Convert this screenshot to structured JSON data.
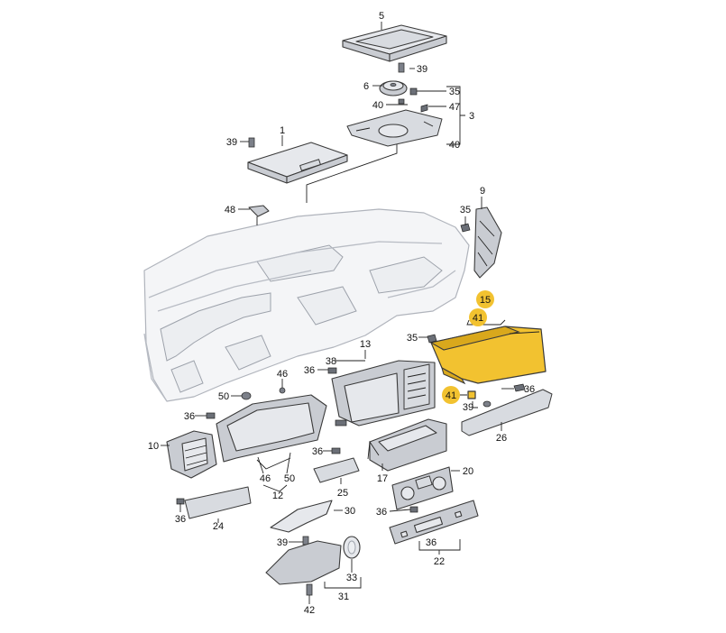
{
  "callouts": {
    "c1": "1",
    "c3": "3",
    "c5": "5",
    "c6": "6",
    "c9": "9",
    "c10": "10",
    "c12": "12",
    "c13": "13",
    "c15": "15",
    "c17": "17",
    "c20": "20",
    "c22": "22",
    "c24": "24",
    "c25": "25",
    "c26": "26",
    "c30": "30",
    "c31": "31",
    "c33": "33",
    "c35a": "35",
    "c35b": "35",
    "c35c": "35",
    "c36a": "36",
    "c36b": "36",
    "c36c": "36",
    "c36d": "36",
    "c36e": "36",
    "c36f": "36",
    "c36g": "36",
    "c38": "38",
    "c39a": "39",
    "c39b": "39",
    "c39c": "39",
    "c39d": "39",
    "c40a": "40",
    "c40b": "40",
    "c41a": "41",
    "c41b": "41",
    "c42": "42",
    "c46a": "46",
    "c46b": "46",
    "c47": "47",
    "c48": "48",
    "c50a": "50",
    "c50b": "50"
  },
  "colors": {
    "highlight": "#f2c230",
    "part_fill": "#e6e8ec",
    "outline": "#3a3a3a",
    "dashboard_ghost": "#f4f5f7"
  }
}
